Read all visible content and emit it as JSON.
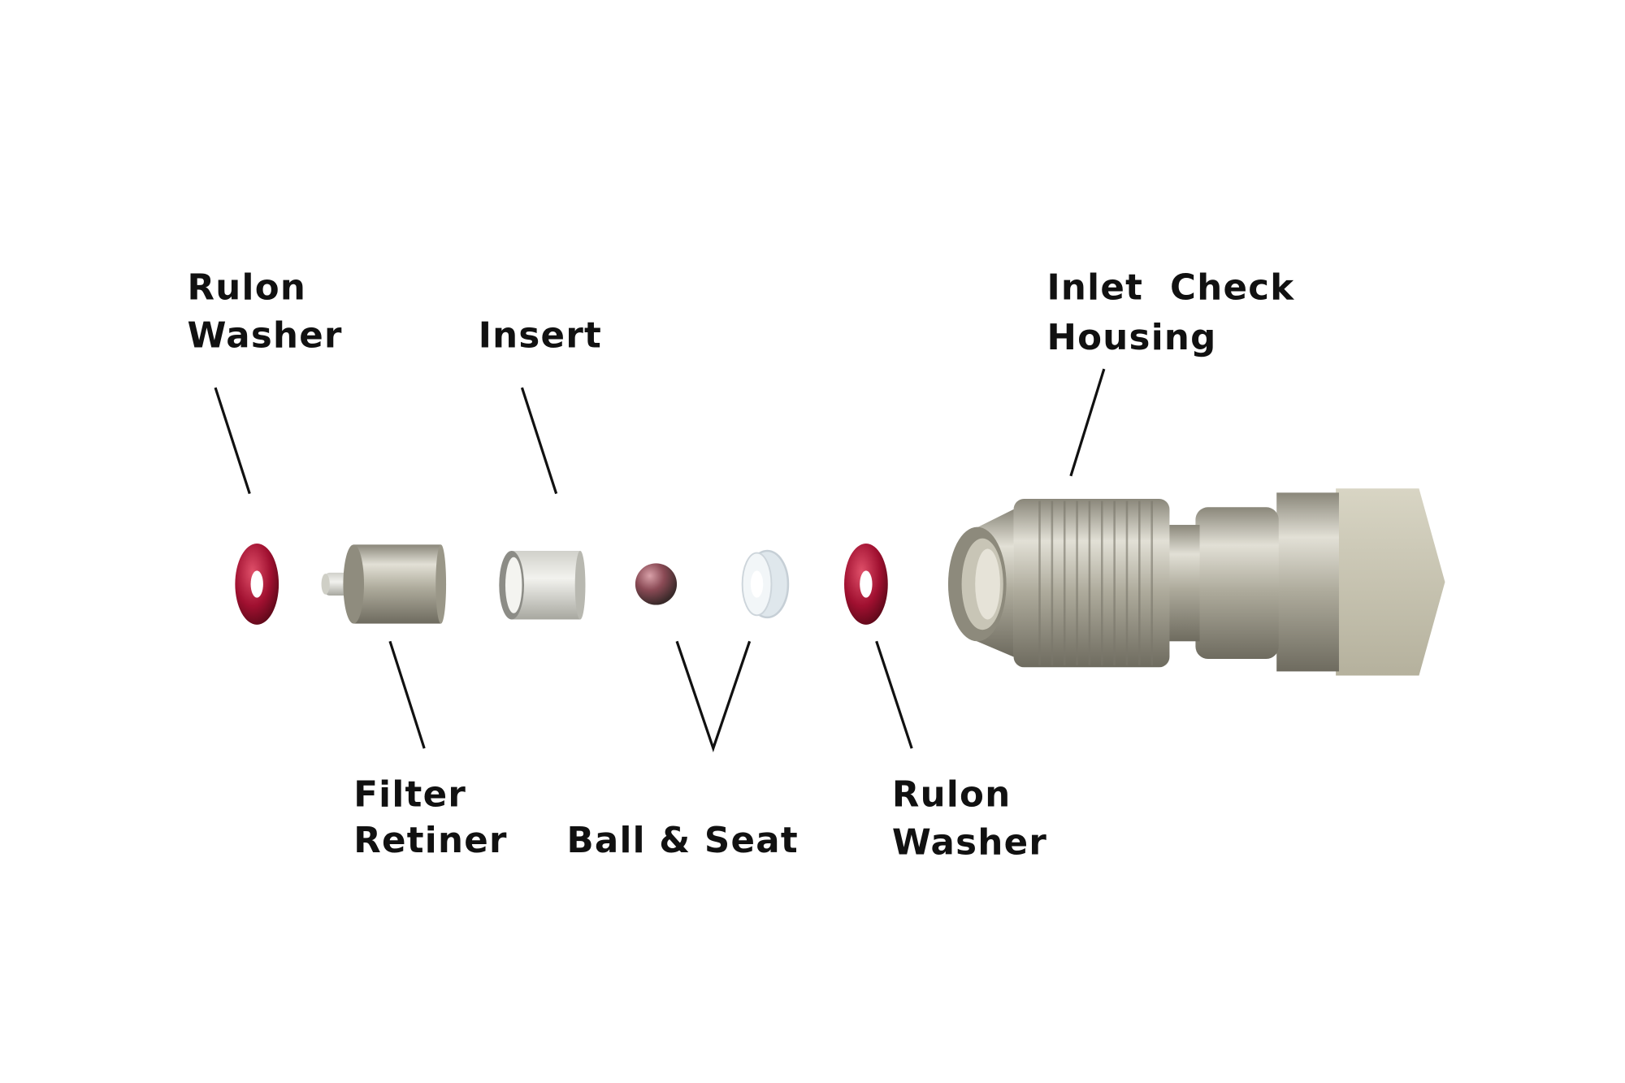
{
  "labels": {
    "rulon_washer_left": [
      "Rulon",
      "Washer"
    ],
    "insert": [
      "Insert"
    ],
    "inlet_check_housing": [
      "Inlet  Check",
      "Housing"
    ],
    "filter_retainer": [
      "Filter",
      "Retiner"
    ],
    "ball_and_seat": [
      "Ball & Seat"
    ],
    "rulon_washer_right": [
      "Rulon",
      "Washer"
    ]
  },
  "colors": {
    "washer": "#a01030",
    "metal": "#b8b5a6",
    "seat": "#e8eef2",
    "ball": "#8a4a55"
  }
}
